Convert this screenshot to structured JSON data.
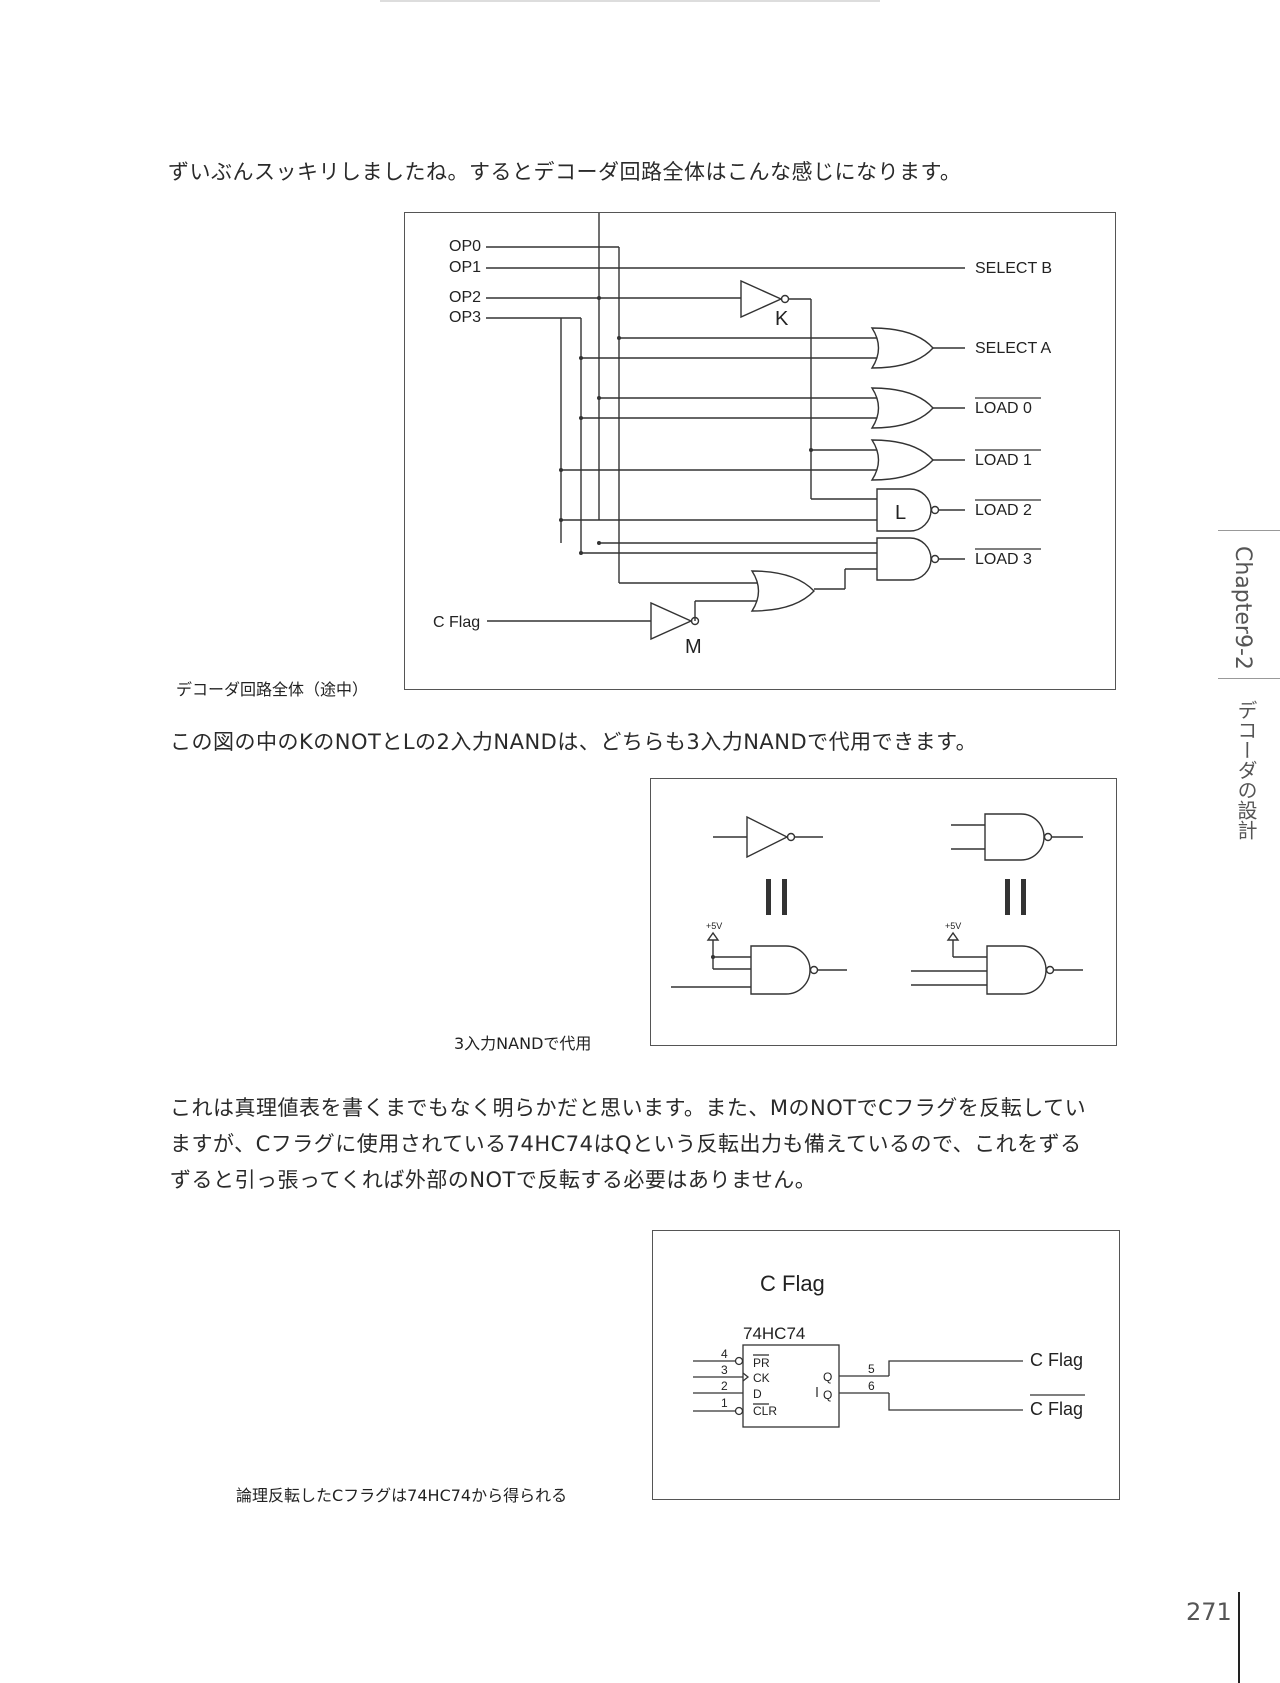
{
  "intro_text": "ずいぶんスッキリしましたね。するとデコーダ回路全体はこんな感じになります。",
  "figure1": {
    "caption": "デコーダ回路全体（途中）",
    "inputs": [
      "OP0",
      "OP1",
      "OP2",
      "OP3"
    ],
    "c_flag": "C Flag",
    "outputs": [
      "SELECT B",
      "SELECT A",
      "LOAD 0",
      "LOAD 1",
      "LOAD 2",
      "LOAD 3"
    ],
    "gate_labels": [
      "K",
      "L",
      "M"
    ]
  },
  "text2": "この図の中のKのNOTとLの2入力NANDは、どちらも3入力NANDで代用できます。",
  "figure2": {
    "caption": "3入力NANDで代用",
    "vcc_label": "+5V"
  },
  "paragraph3": [
    "これは真理値表を書くまでもなく明らかだと思います。また、MのNOTでCフラグを反転してい",
    "ますが、Cフラグに使用されている74HC74はQという反転出力も備えているので、これをずる",
    "ずると引っ張ってくれば外部のNOTで反転する必要はありません。"
  ],
  "figure3": {
    "title": "C Flag",
    "chip": "74HC74",
    "pins_left": [
      "4",
      "3",
      "2",
      "1"
    ],
    "pin_names_left": [
      "PR",
      "CK",
      "D",
      "CLR"
    ],
    "pin_names_right": [
      "Q",
      "Q"
    ],
    "pins_right": [
      "5",
      "6"
    ],
    "outputs": [
      "C Flag",
      "C Flag"
    ],
    "caption": "論理反転したCフラグは74HC74から得られる"
  },
  "sidebar": {
    "chapter": "Chapter9-2",
    "section": "デコーダの設計"
  },
  "page_number": "271"
}
